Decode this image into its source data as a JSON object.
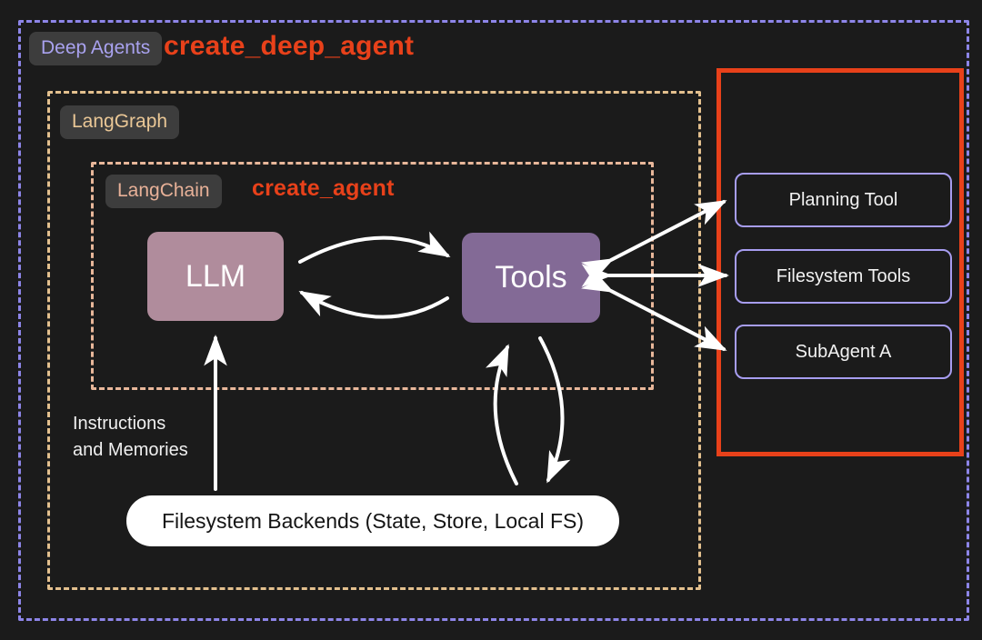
{
  "diagram": {
    "title": "create_deep_agent",
    "background_color": "#1b1b1b",
    "scopes": {
      "outer": {
        "label": "Deep Agents",
        "function_name": "create_deep_agent",
        "border_color": "#8d85e8",
        "label_color": "#a9a2ef"
      },
      "middle": {
        "label": "LangGraph",
        "border_color": "#e3c08e",
        "label_color": "#eac796"
      },
      "inner": {
        "label": "LangChain",
        "function_name": "create_agent",
        "border_color": "#e8b79a",
        "label_color": "#e8b198"
      }
    },
    "nodes": {
      "llm": {
        "label": "LLM",
        "color": "#b08c9c"
      },
      "tools": {
        "label": "Tools",
        "color": "#836a96"
      }
    },
    "highlight": {
      "color": "#e8411a",
      "boxes": [
        {
          "label": "Planning Tool",
          "border_color": "#a79df0"
        },
        {
          "label": "Filesystem Tools",
          "border_color": "#a79df0"
        },
        {
          "label": "SubAgent A",
          "border_color": "#a79df0"
        }
      ]
    },
    "backends": {
      "label": "Filesystem Backends (State, Store, Local FS)",
      "background_color": "#ffffff",
      "text_color": "#141414"
    },
    "annotations": {
      "instructions": "Instructions\nand Memories"
    },
    "accent_color": "#e8411a"
  }
}
